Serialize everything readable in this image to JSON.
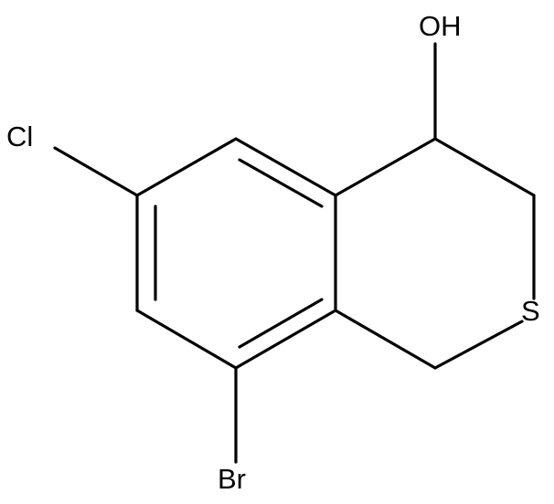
{
  "molecule": {
    "atoms": {
      "oh": "OH",
      "cl": "Cl",
      "s": "S",
      "br": "Br"
    }
  },
  "colors": {
    "bond": "#000000",
    "background": "#ffffff"
  }
}
